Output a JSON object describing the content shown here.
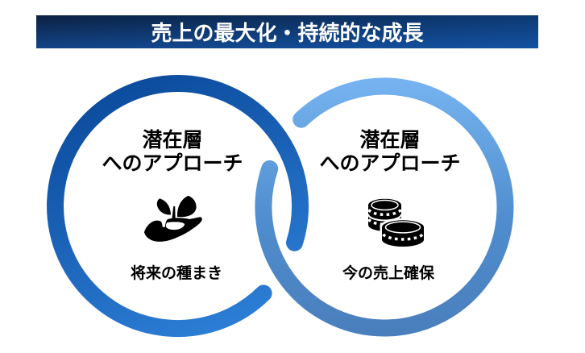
{
  "title_banner": {
    "text": "売上の最大化・持続的な成長",
    "bg_from": "#0b2142",
    "bg_to": "#0e55a6"
  },
  "left_circle": {
    "heading_line1": "潜在層",
    "heading_line2": "へのアプローチ",
    "caption": "将来の種まき",
    "icon": "hand-holding-sprout-icon",
    "ring_from": "#0b4a9c",
    "ring_to": "#2e81d9"
  },
  "right_circle": {
    "heading_line1": "潜在層",
    "heading_line2": "へのアプローチ",
    "caption": "今の売上確保",
    "icon": "coin-stacks-icon",
    "ring_from": "#77b4f1",
    "ring_to": "#4a7ebc"
  }
}
